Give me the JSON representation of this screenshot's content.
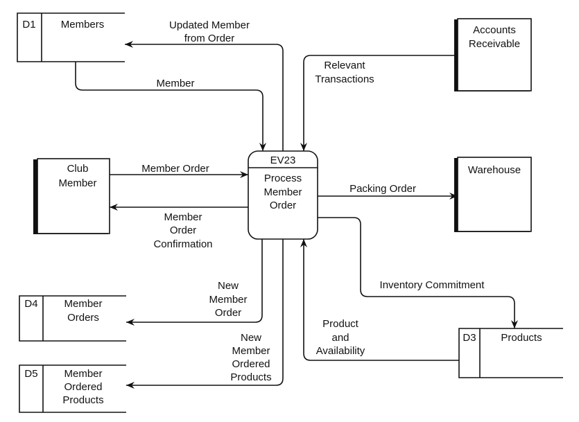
{
  "process": {
    "id": "EV23",
    "name": [
      "Process",
      "Member",
      "Order"
    ]
  },
  "data_stores": [
    {
      "key": "members",
      "id": "D1",
      "name": [
        "Members"
      ]
    },
    {
      "key": "member-orders",
      "id": "D4",
      "name": [
        "Member",
        "Orders"
      ]
    },
    {
      "key": "member-ordered-products",
      "id": "D5",
      "name": [
        "Member",
        "Ordered",
        "Products"
      ]
    },
    {
      "key": "products",
      "id": "D3",
      "name": [
        "Products"
      ]
    }
  ],
  "external_entities": [
    {
      "key": "club-member",
      "name": [
        "Club",
        "Member"
      ]
    },
    {
      "key": "accounts-receivable",
      "name": [
        "Accounts",
        "Receivable"
      ]
    },
    {
      "key": "warehouse",
      "name": [
        "Warehouse"
      ]
    }
  ],
  "flows": [
    {
      "key": "updated-member-from-order",
      "label": [
        "Updated Member",
        "from Order"
      ]
    },
    {
      "key": "member",
      "label": [
        "Member"
      ]
    },
    {
      "key": "relevant-transactions",
      "label": [
        "Relevant",
        "Transactions"
      ]
    },
    {
      "key": "member-order",
      "label": [
        "Member Order"
      ]
    },
    {
      "key": "member-order-confirmation",
      "label": [
        "Member",
        "Order",
        "Confirmation"
      ]
    },
    {
      "key": "packing-order",
      "label": [
        "Packing Order"
      ]
    },
    {
      "key": "inventory-commitment",
      "label": [
        "Inventory Commitment"
      ]
    },
    {
      "key": "new-member-order",
      "label": [
        "New",
        "Member",
        "Order"
      ]
    },
    {
      "key": "new-member-ordered-products",
      "label": [
        "New",
        "Member",
        "Ordered",
        "Products"
      ]
    },
    {
      "key": "product-and-availability",
      "label": [
        "Product",
        "and",
        "Availability"
      ]
    }
  ]
}
